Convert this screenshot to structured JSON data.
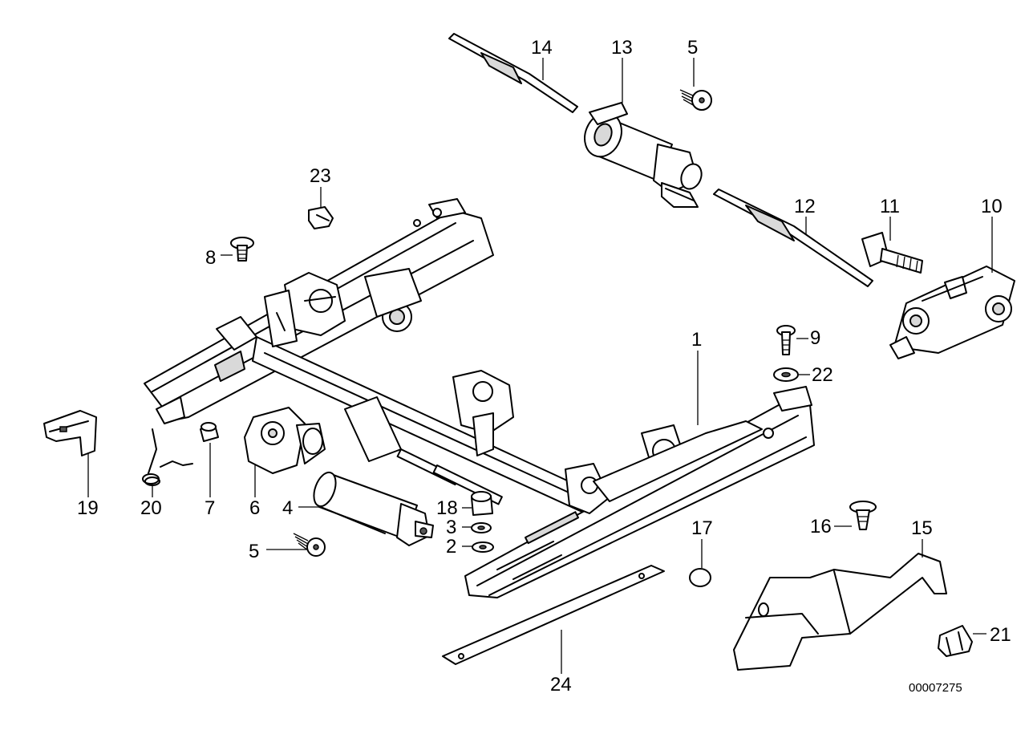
{
  "diagram": {
    "drawing_number": "00007275",
    "part_labels": {
      "p1": "1",
      "p2": "2",
      "p3": "3",
      "p4": "4",
      "p5a": "5",
      "p5b": "5",
      "p6": "6",
      "p7": "7",
      "p8": "8",
      "p9": "9",
      "p10": "10",
      "p11": "11",
      "p12": "12",
      "p13": "13",
      "p14": "14",
      "p15": "15",
      "p16": "16",
      "p17": "17",
      "p18": "18",
      "p19": "19",
      "p20": "20",
      "p21": "21",
      "p22": "22",
      "p23": "23",
      "p24": "24"
    }
  }
}
